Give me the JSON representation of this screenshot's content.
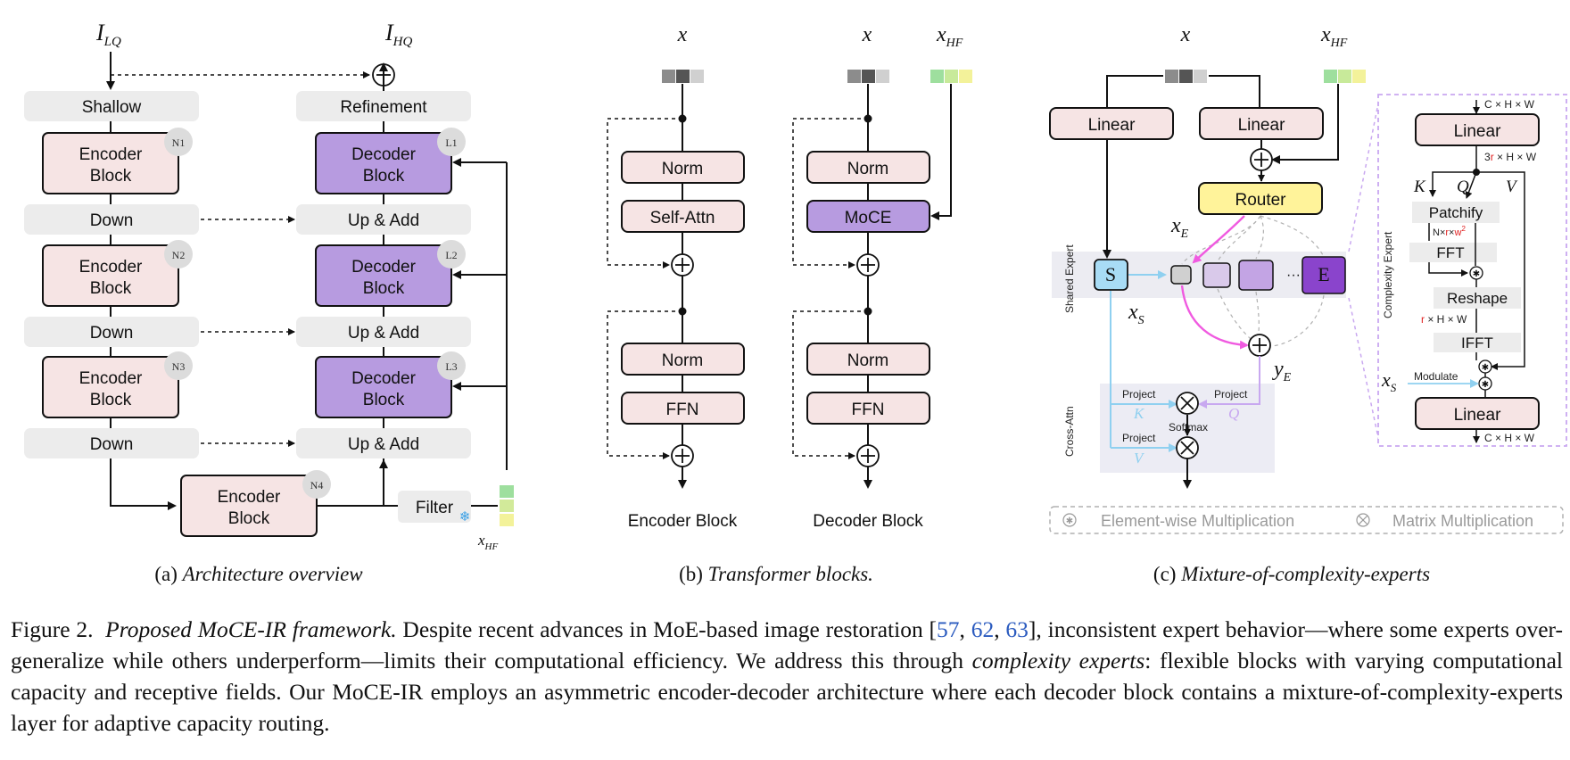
{
  "panel_a": {
    "input_main": "I",
    "input_sub": "LQ",
    "output_main": "I",
    "output_sub": "HQ",
    "shallow": "Shallow",
    "refinement": "Refinement",
    "encoder_line1": "Encoder",
    "encoder_line2": "Block",
    "decoder_line1": "Decoder",
    "decoder_line2": "Block",
    "down": "Down",
    "up_add": "Up & Add",
    "filter": "Filter",
    "badge_n1": "N1",
    "badge_n2": "N2",
    "badge_n3": "N3",
    "badge_n4": "N4",
    "badge_l1": "L1",
    "badge_l2": "L2",
    "badge_l3": "L3",
    "xhf_main": "x",
    "xhf_sub": "HF",
    "caption_prefix": "(a) ",
    "caption_title": "Architecture overview"
  },
  "panel_b": {
    "x": "x",
    "xhf_main": "x",
    "xhf_sub": "HF",
    "norm": "Norm",
    "self_attn": "Self-Attn",
    "moce": "MoCE",
    "ffn": "FFN",
    "encoder_block": "Encoder Block",
    "decoder_block": "Decoder Block",
    "caption_prefix": "(b) ",
    "caption_title": "Transformer blocks."
  },
  "panel_c": {
    "x": "x",
    "xhf_main": "x",
    "xhf_sub": "HF",
    "linear": "Linear",
    "router": "Router",
    "shared_expert": "Shared Expert",
    "s": "S",
    "e": "E",
    "ellipsis": "···",
    "xe_main": "x",
    "xe_sub": "E",
    "ye_main": "y",
    "ye_sub": "E",
    "xs_main": "x",
    "xs_sub": "S",
    "cross_attn": "Cross-Attn",
    "project": "Project",
    "k": "K",
    "q": "Q",
    "v": "V",
    "softmax": "Softmax",
    "complexity_expert": "Complexity Expert",
    "dim_top": "C × H × W",
    "dim_3r_prefix": "3",
    "dim_3r_r": "r",
    "dim_3r_suffix": " × H × W",
    "patchify": "Patchify",
    "dim_patch_prefix": "N×",
    "dim_patch_r": "r",
    "dim_patch_mid": "×",
    "dim_patch_w": "w",
    "dim_patch_exp": "2",
    "fft": "FFT",
    "reshape": "Reshape",
    "dim_r_r": "r",
    "dim_r_suffix": " × H × W",
    "ifft": "IFFT",
    "modulate": "Modulate",
    "dim_bottom": "C × H × W",
    "legend_elem": "Element-wise Multiplication",
    "legend_mat": "Matrix Multiplication",
    "caption_prefix": "(c) ",
    "caption_title": "Mixture-of-complexity-experts"
  },
  "caption": {
    "figure_label": "Figure 2.",
    "title": "Proposed MoCE-IR framework.",
    "text1": " Despite recent advances in MoE-based image restoration [",
    "ref1": "57",
    "sep1": ", ",
    "ref2": "62",
    "sep2": ", ",
    "ref3": "63",
    "text2": "], inconsistent expert behavior—where some experts over-generalize while others underperform—limits their computational efficiency. We address this through ",
    "emph": "complexity experts",
    "text3": ": flexible blocks with varying computational capacity and receptive fields. Our MoCE-IR employs an asymmetric encoder-decoder architecture where each decoder block contains a mixture-of-complexity-experts layer for adaptive capacity routing."
  },
  "colors": {
    "encoder_fill": "#f6e4e4",
    "decoder_fill": "#b79be0",
    "grey_box": "#ececec",
    "router_fill": "#fff39a",
    "expert_dark": "#8a44cc",
    "expert_mid": "#c3a4e4",
    "expert_light": "#d9c9ea",
    "shared_fill": "#a8dcf5",
    "magenta": "#f05ae0",
    "light_blue": "#8fd0f0",
    "lilac": "#c8a8f0",
    "hf_green": "#9edf9e",
    "hf_yellow": "#f3f29a"
  }
}
